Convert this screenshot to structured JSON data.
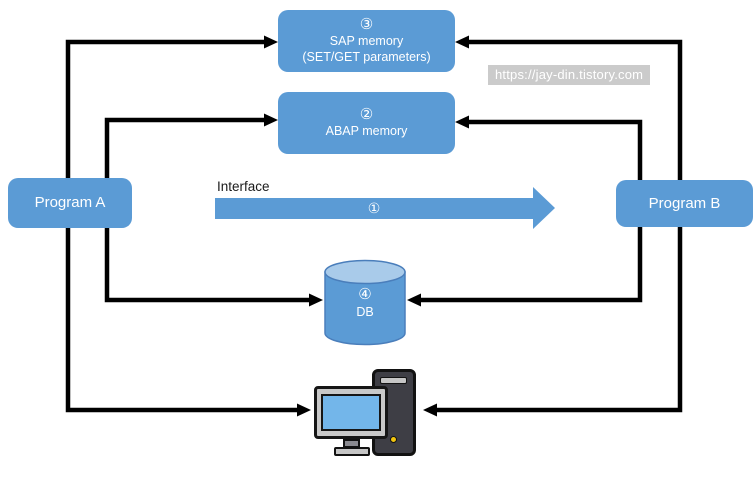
{
  "diagram": {
    "watermark": "https://jay-din.tistory.com",
    "nodes": {
      "sap_memory": {
        "number": "③",
        "title": "SAP memory",
        "subtitle": "(SET/GET parameters)"
      },
      "abap_memory": {
        "number": "②",
        "title": "ABAP memory"
      },
      "program_a": {
        "label": "Program A"
      },
      "program_b": {
        "label": "Program B"
      },
      "interface": {
        "label": "Interface",
        "number": "①"
      },
      "db": {
        "number": "④",
        "label": "DB"
      }
    },
    "icons": {
      "computer": "desktop-computer-icon"
    },
    "colors": {
      "node_blue": "#5B9BD5",
      "cylinder_top": "#A9CBEA",
      "cylinder_outline": "#4A7EBB",
      "connector_black": "#000000",
      "screen_blue": "#73B6EA",
      "tower_gray": "#3E3E45",
      "power_yellow": "#F2C50F",
      "watermark_bg": "#CBCBCB",
      "watermark_text": "#FFFFFF"
    }
  }
}
